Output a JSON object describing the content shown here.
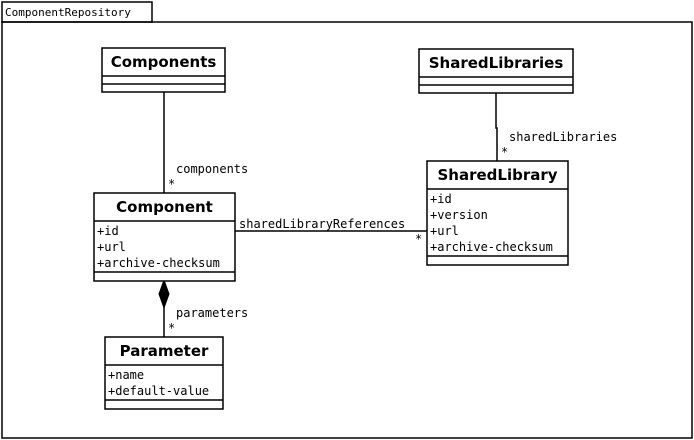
{
  "package": {
    "name": "ComponentRepository"
  },
  "classes": {
    "components": {
      "name": "Components",
      "attributes": []
    },
    "shared_libraries": {
      "name": "SharedLibraries",
      "attributes": []
    },
    "component": {
      "name": "Component",
      "attributes": [
        "+id",
        "+url",
        "+archive-checksum"
      ]
    },
    "shared_library": {
      "name": "SharedLibrary",
      "attributes": [
        "+id",
        "+version",
        "+url",
        "+archive-checksum"
      ]
    },
    "parameter": {
      "name": "Parameter",
      "attributes": [
        "+name",
        "+default-value"
      ]
    }
  },
  "associations": {
    "components_to_component": {
      "role": "components",
      "multiplicity": "*"
    },
    "shared_libraries_to_shared_library": {
      "role": "sharedLibraries",
      "multiplicity": "*"
    },
    "component_to_shared_library": {
      "role": "sharedLibraryReferences",
      "multiplicity": "*"
    },
    "component_to_parameter": {
      "role": "parameters",
      "multiplicity": "*"
    }
  }
}
